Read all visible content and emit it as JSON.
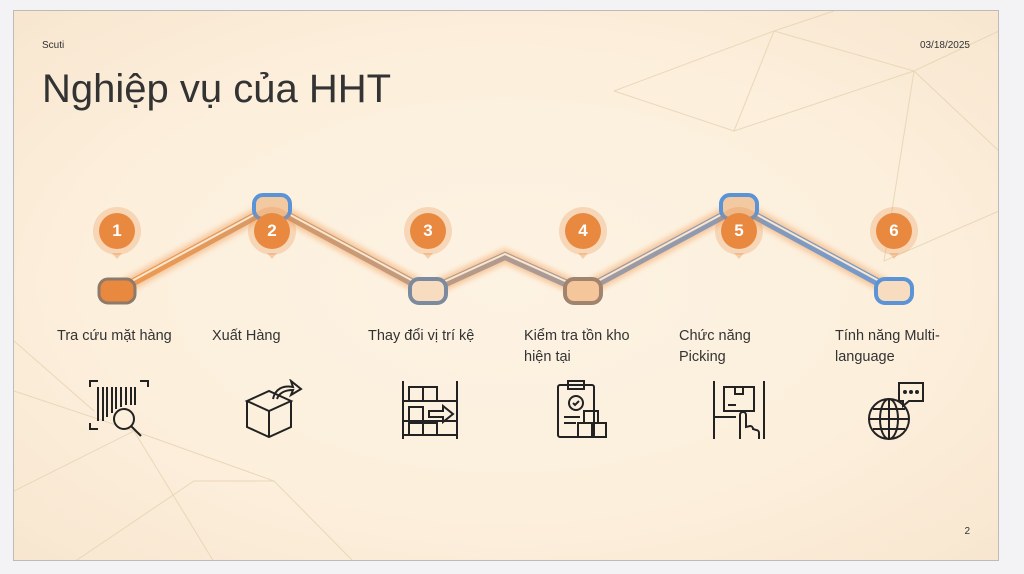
{
  "slide": {
    "company": "Scuti",
    "date": "03/18/2025",
    "title": "Nghiệp vụ của HHT",
    "page_number": "2"
  },
  "steps": [
    {
      "number": "1",
      "label": "Tra cứu mặt hàng",
      "icon": "barcode-search-icon"
    },
    {
      "number": "2",
      "label": "Xuất Hàng",
      "icon": "box-export-icon"
    },
    {
      "number": "3",
      "label": "Thay đổi vị trí kệ",
      "icon": "shelf-move-icon"
    },
    {
      "number": "4",
      "label": "Kiểm tra tồn kho hiện tại",
      "icon": "inventory-check-icon"
    },
    {
      "number": "5",
      "label": "Chức năng Picking",
      "icon": "picking-hand-icon"
    },
    {
      "number": "6",
      "label": "Tính năng Multi-language",
      "icon": "globe-chat-icon"
    }
  ],
  "colors": {
    "accent": "#e8893f",
    "blue": "#5a93d6",
    "background": "#fcefdc"
  }
}
